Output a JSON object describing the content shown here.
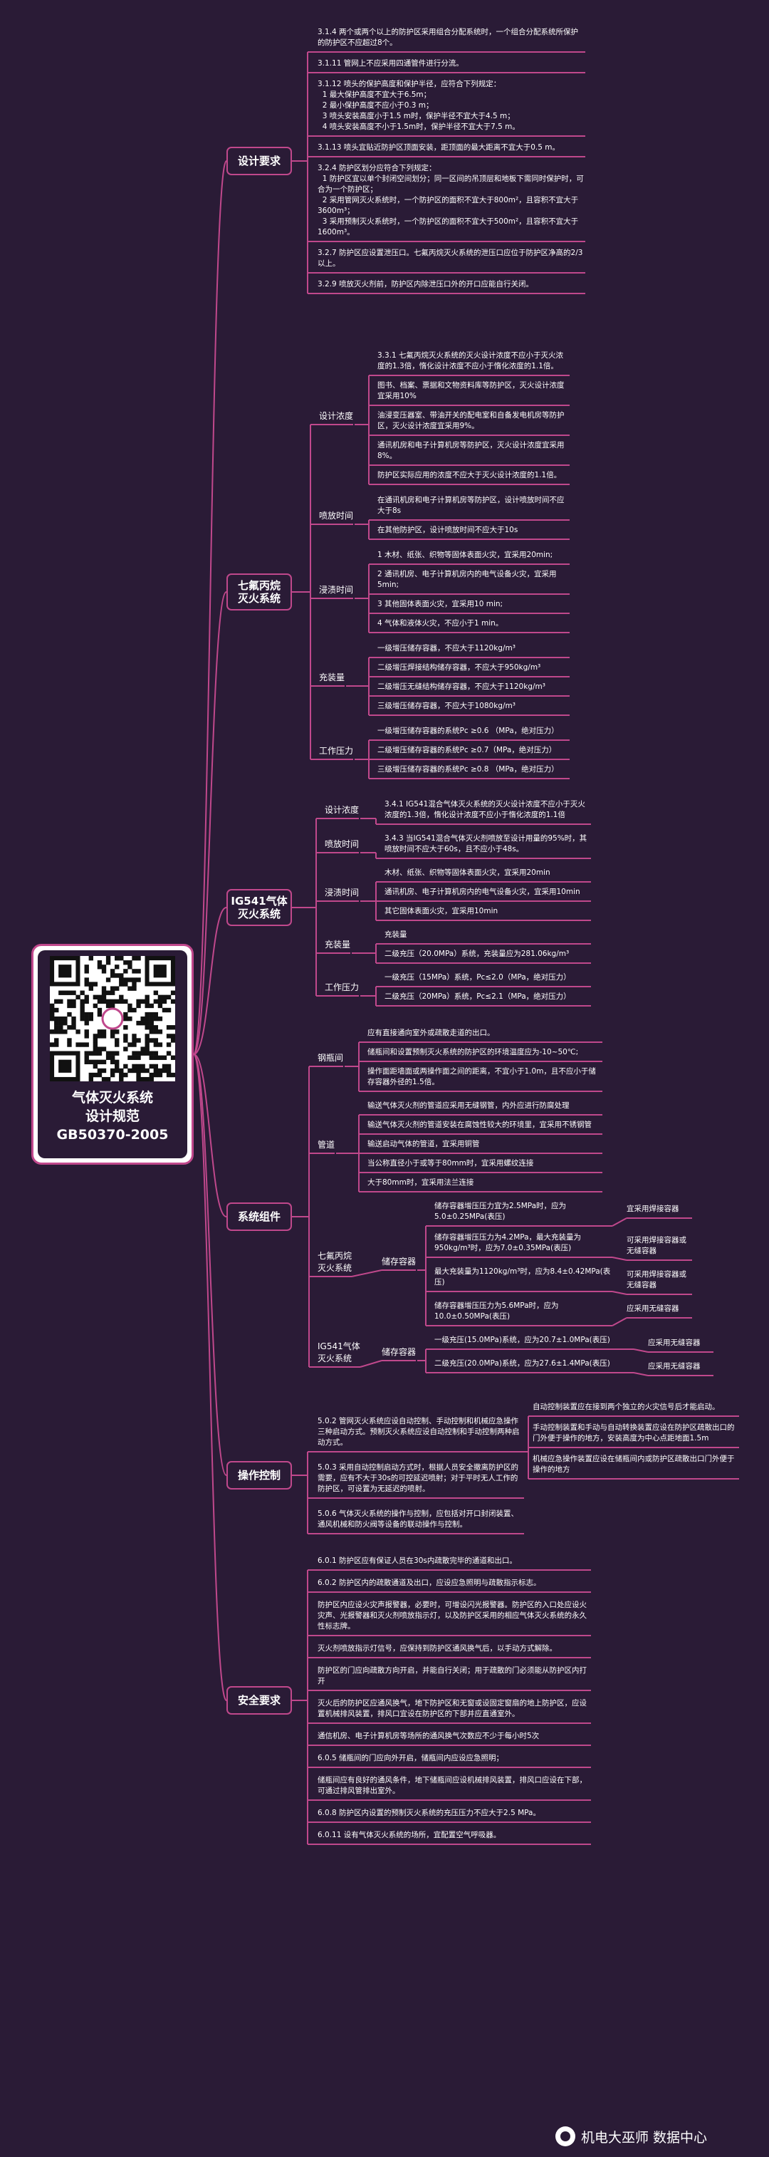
{
  "root": {
    "title_line1": "气体灭火系统",
    "title_line2": "设计规范",
    "title_line3": "GB50370-2005"
  },
  "watermark": "机电大巫师 数据中心",
  "design": {
    "label": "设计要求",
    "items": [
      "3.1.4 两个或两个以上的防护区采用组合分配系统时，一个组合分配系统所保护的防护区不应超过8个。",
      "3.1.11 管网上不应采用四通管件进行分流。",
      "3.1.12 喷头的保护高度和保护半径，应符合下列规定：\n  1 最大保护高度不宜大于6.5m；\n  2 最小保护高度不应小于0.3 m；\n  3 喷头安装高度小于1.5 m时，保护半径不宜大于4.5 m；\n  4 喷头安装高度不小于1.5m时，保护半径不宜大于7.5 m。",
      "3.1.13 喷头宜贴近防护区顶面安装，距顶面的最大距离不宜大于0.5 m。",
      "3.2.4 防护区划分应符合下列规定：\n  1 防护区宜以单个封闭空间划分；同一区间的吊顶层和地板下需同时保护时，可合为一个防护区；\n  2 采用管网灭火系统时，一个防护区的面积不宜大于800m²，且容积不宜大于3600m³；\n  3 采用预制灭火系统时，一个防护区的面积不宜大于500m²，且容积不宜大于1600m³。",
      "3.2.7 防护区应设置泄压口。七氟丙烷灭火系统的泄压口应位于防护区净高的2/3以上。",
      "3.2.9 喷放灭火剂前，防护区内除泄压口外的开口应能自行关闭。"
    ]
  },
  "hfc": {
    "label_line1": "七氟丙烷",
    "label_line2": "灭火系统",
    "conc": {
      "label": "设计浓度",
      "items": [
        "3.3.1 七氟丙烷灭火系统的灭火设计浓度不应小于灭火浓度的1.3倍，惰化设计浓度不应小于惰化浓度的1.1倍。",
        "图书、档案、票据和文物资料库等防护区，灭火设计浓度宜采用10%",
        "油浸变压器室、带油开关的配电室和自备发电机房等防护区，灭火设计浓度宜采用9%。",
        "通讯机房和电子计算机房等防护区，灭火设计浓度宜采用8%。",
        "防护区实际应用的浓度不应大于灭火设计浓度的1.1倍。"
      ]
    },
    "time": {
      "label": "喷放时间",
      "items": [
        "在通讯机房和电子计算机房等防护区，设计喷放时间不应大于8s",
        "在其他防护区，设计喷放时间不应大于10s"
      ]
    },
    "soak": {
      "label": "浸渍时间",
      "items": [
        "1 木材、纸张、织物等固体表面火灾，宜采用20min;",
        "2 通讯机房、电子计算机房内的电气设备火灾，宜采用5min;",
        "3 其他固体表面火灾，宜采用10 min;",
        "4 气体和液体火灾，不应小于1 min。"
      ]
    },
    "fill": {
      "label": "充装量",
      "items": [
        "一级增压储存容器，不应大于1120kg/m³",
        "二级增压焊接结构储存容器，不应大于950kg/m³",
        "二级增压无缝结构储存容器，不应大于1120kg/m³",
        "三级增压储存容器，不应大于1080kg/m³"
      ]
    },
    "press": {
      "label": "工作压力",
      "items": [
        "一级增压储存容器的系统Pc ≥0.6 （MPa，绝对压力）",
        "二级增压储存容器的系统Pc ≥0.7（MPa，绝对压力）",
        "三级增压储存容器的系统Pc ≥0.8 （MPa，绝对压力）"
      ]
    }
  },
  "ig": {
    "label_line1": "IG541气体",
    "label_line2": "灭火系统",
    "conc": {
      "label": "设计浓度",
      "items": [
        "3.4.1 IG541混合气体灭火系统的灭火设计浓度不应小于灭火浓度的1.3倍，惰化设计浓度不应小于惰化浓度的1.1倍"
      ]
    },
    "time": {
      "label": "喷放时间",
      "items": [
        "3.4.3 当IG541混合气体灭火剂喷放至设计用量的95%时，其喷放时间不应大于60s，且不应小于48s。"
      ]
    },
    "soak": {
      "label": "浸渍时间",
      "items": [
        "木材、纸张、织物等固体表面火灾，宜采用20min",
        "通讯机房、电子计算机房内的电气设备火灾，宜采用10min",
        "其它固体表面火灾，宜采用10min"
      ]
    },
    "fill": {
      "label": "充装量",
      "items": [
        "充装量",
        "二级充压（20.0MPa）系统，充装量应为281.06kg/m³"
      ]
    },
    "press": {
      "label": "工作压力",
      "items": [
        "一级充压（15MPa）系统，Pc≤2.0（MPa，绝对压力）",
        "二级充压（20MPa）系统，Pc≤2.1（MPa，绝对压力）"
      ]
    }
  },
  "comp": {
    "label": "系统组件",
    "valve": {
      "label": "钢瓶间",
      "items": [
        "应有直接通向室外或疏散走道的出口。",
        "储瓶间和设置预制灭火系统的防护区的环境温度应为-10~50℃;",
        "操作面距墙面或两操作面之间的距离，不宜小于1.0m，且不应小于储存容器外径的1.5倍。"
      ]
    },
    "pipe": {
      "label": "管道",
      "items": [
        "输送气体灭火剂的管道应采用无缝钢管，内外应进行防腐处理",
        "输送气体灭火剂的管道安装在腐蚀性较大的环境里，宜采用不锈钢管",
        "输送启动气体的管道，宜采用铜管",
        "当公称直径小于或等于80mm时，宜采用螺纹连接",
        "大于80mm时，宜采用法兰连接"
      ]
    },
    "hfc": {
      "label_line1": "七氟丙烷",
      "label_line2": "灭火系统",
      "store": "储存容器",
      "items": [
        {
          "text": "储存容器增压压力宜为2.5MPa时，应为5.0±0.25MPa(表压)",
          "note": "宜采用焊接容器"
        },
        {
          "text": "储存容器增压压力为4.2MPa，最大充装量为950kg/m³时，应为7.0±0.35MPa(表压)",
          "note": "可采用焊接容器或无缝容器"
        },
        {
          "text": "最大充装量为1120kg/m³时，应为8.4±0.42MPa(表压)",
          "note": "可采用焊接容器或无缝容器"
        },
        {
          "text": "储存容器增压压力为5.6MPa时，应为10.0±0.50MPa(表压)",
          "note": "应采用无缝容器"
        }
      ]
    },
    "ig": {
      "label_line1": "IG541气体",
      "label_line2": "灭火系统",
      "store": "储存容器",
      "items": [
        {
          "text": "一级充压(15.0MPa)系统，应为20.7±1.0MPa(表压)",
          "note": "应采用无缝容器"
        },
        {
          "text": "二级充压(20.0MPa)系统，应为27.6±1.4MPa(表压)",
          "note": "应采用无缝容器"
        }
      ]
    }
  },
  "ctrl": {
    "label": "操作控制",
    "items": [
      "5.0.2 管网灭火系统应设自动控制、手动控制和机械应急操作三种启动方式。预制灭火系统应设自动控制和手动控制两种启动方式。",
      "5.0.3 采用自动控制启动方式时，根据人员安全撤离防护区的需要，应有不大于30s的可控延迟喷射；对于平时无人工作的防护区，可设置为无延迟的喷射。",
      "5.0.6 气体灭火系统的操作与控制，应包括对开口封闭装置、通风机械和防火阀等设备的联动操作与控制。"
    ],
    "sub": [
      "自动控制装置应在接到两个独立的火灾信号后才能启动。",
      "手动控制装置和手动与自动转换装置应设在防护区疏散出口的门外便于操作的地方，安装高度为中心点距地面1.5m",
      "机械应急操作装置应设在储瓶间内或防护区疏散出口门外便于操作的地方"
    ]
  },
  "safe": {
    "label": "安全要求",
    "items": [
      "6.0.1 防护区应有保证人员在30s内疏散完毕的通道和出口。",
      "6.0.2 防护区内的疏散通道及出口，应设应急照明与疏散指示标志。",
      "防护区内应设火灾声报警器，必要时，可增设闪光报警器。防护区的入口处应设火灾声、光报警器和灭火剂喷放指示灯，以及防护区采用的相应气体灭火系统的永久性标志牌。",
      "灭火剂喷放指示灯信号，应保持到防护区通风换气后，以手动方式解除。",
      "防护区的门应向疏散方向开启，并能自行关闭；用于疏散的门必须能从防护区内打开",
      "灭火后的防护区应通风换气，地下防护区和无窗或设固定窗扇的地上防护区，应设置机械排风装置，排风口宜设在防护区的下部并应直通室外。",
      "通信机房、电子计算机房等场所的通风换气次数应不少于每小时5次",
      "6.0.5 储瓶间的门应向外开启，储瓶间内应设应急照明；",
      "储瓶间应有良好的通风条件，地下储瓶间应设机械排风装置，排风口应设在下部，可通过排风管排出室外。",
      "6.0.8 防护区内设置的预制灭火系统的充压压力不应大于2.5 MPa。",
      "6.0.11 设有气体灭火系统的场所，宜配置空气呼吸器。"
    ]
  }
}
